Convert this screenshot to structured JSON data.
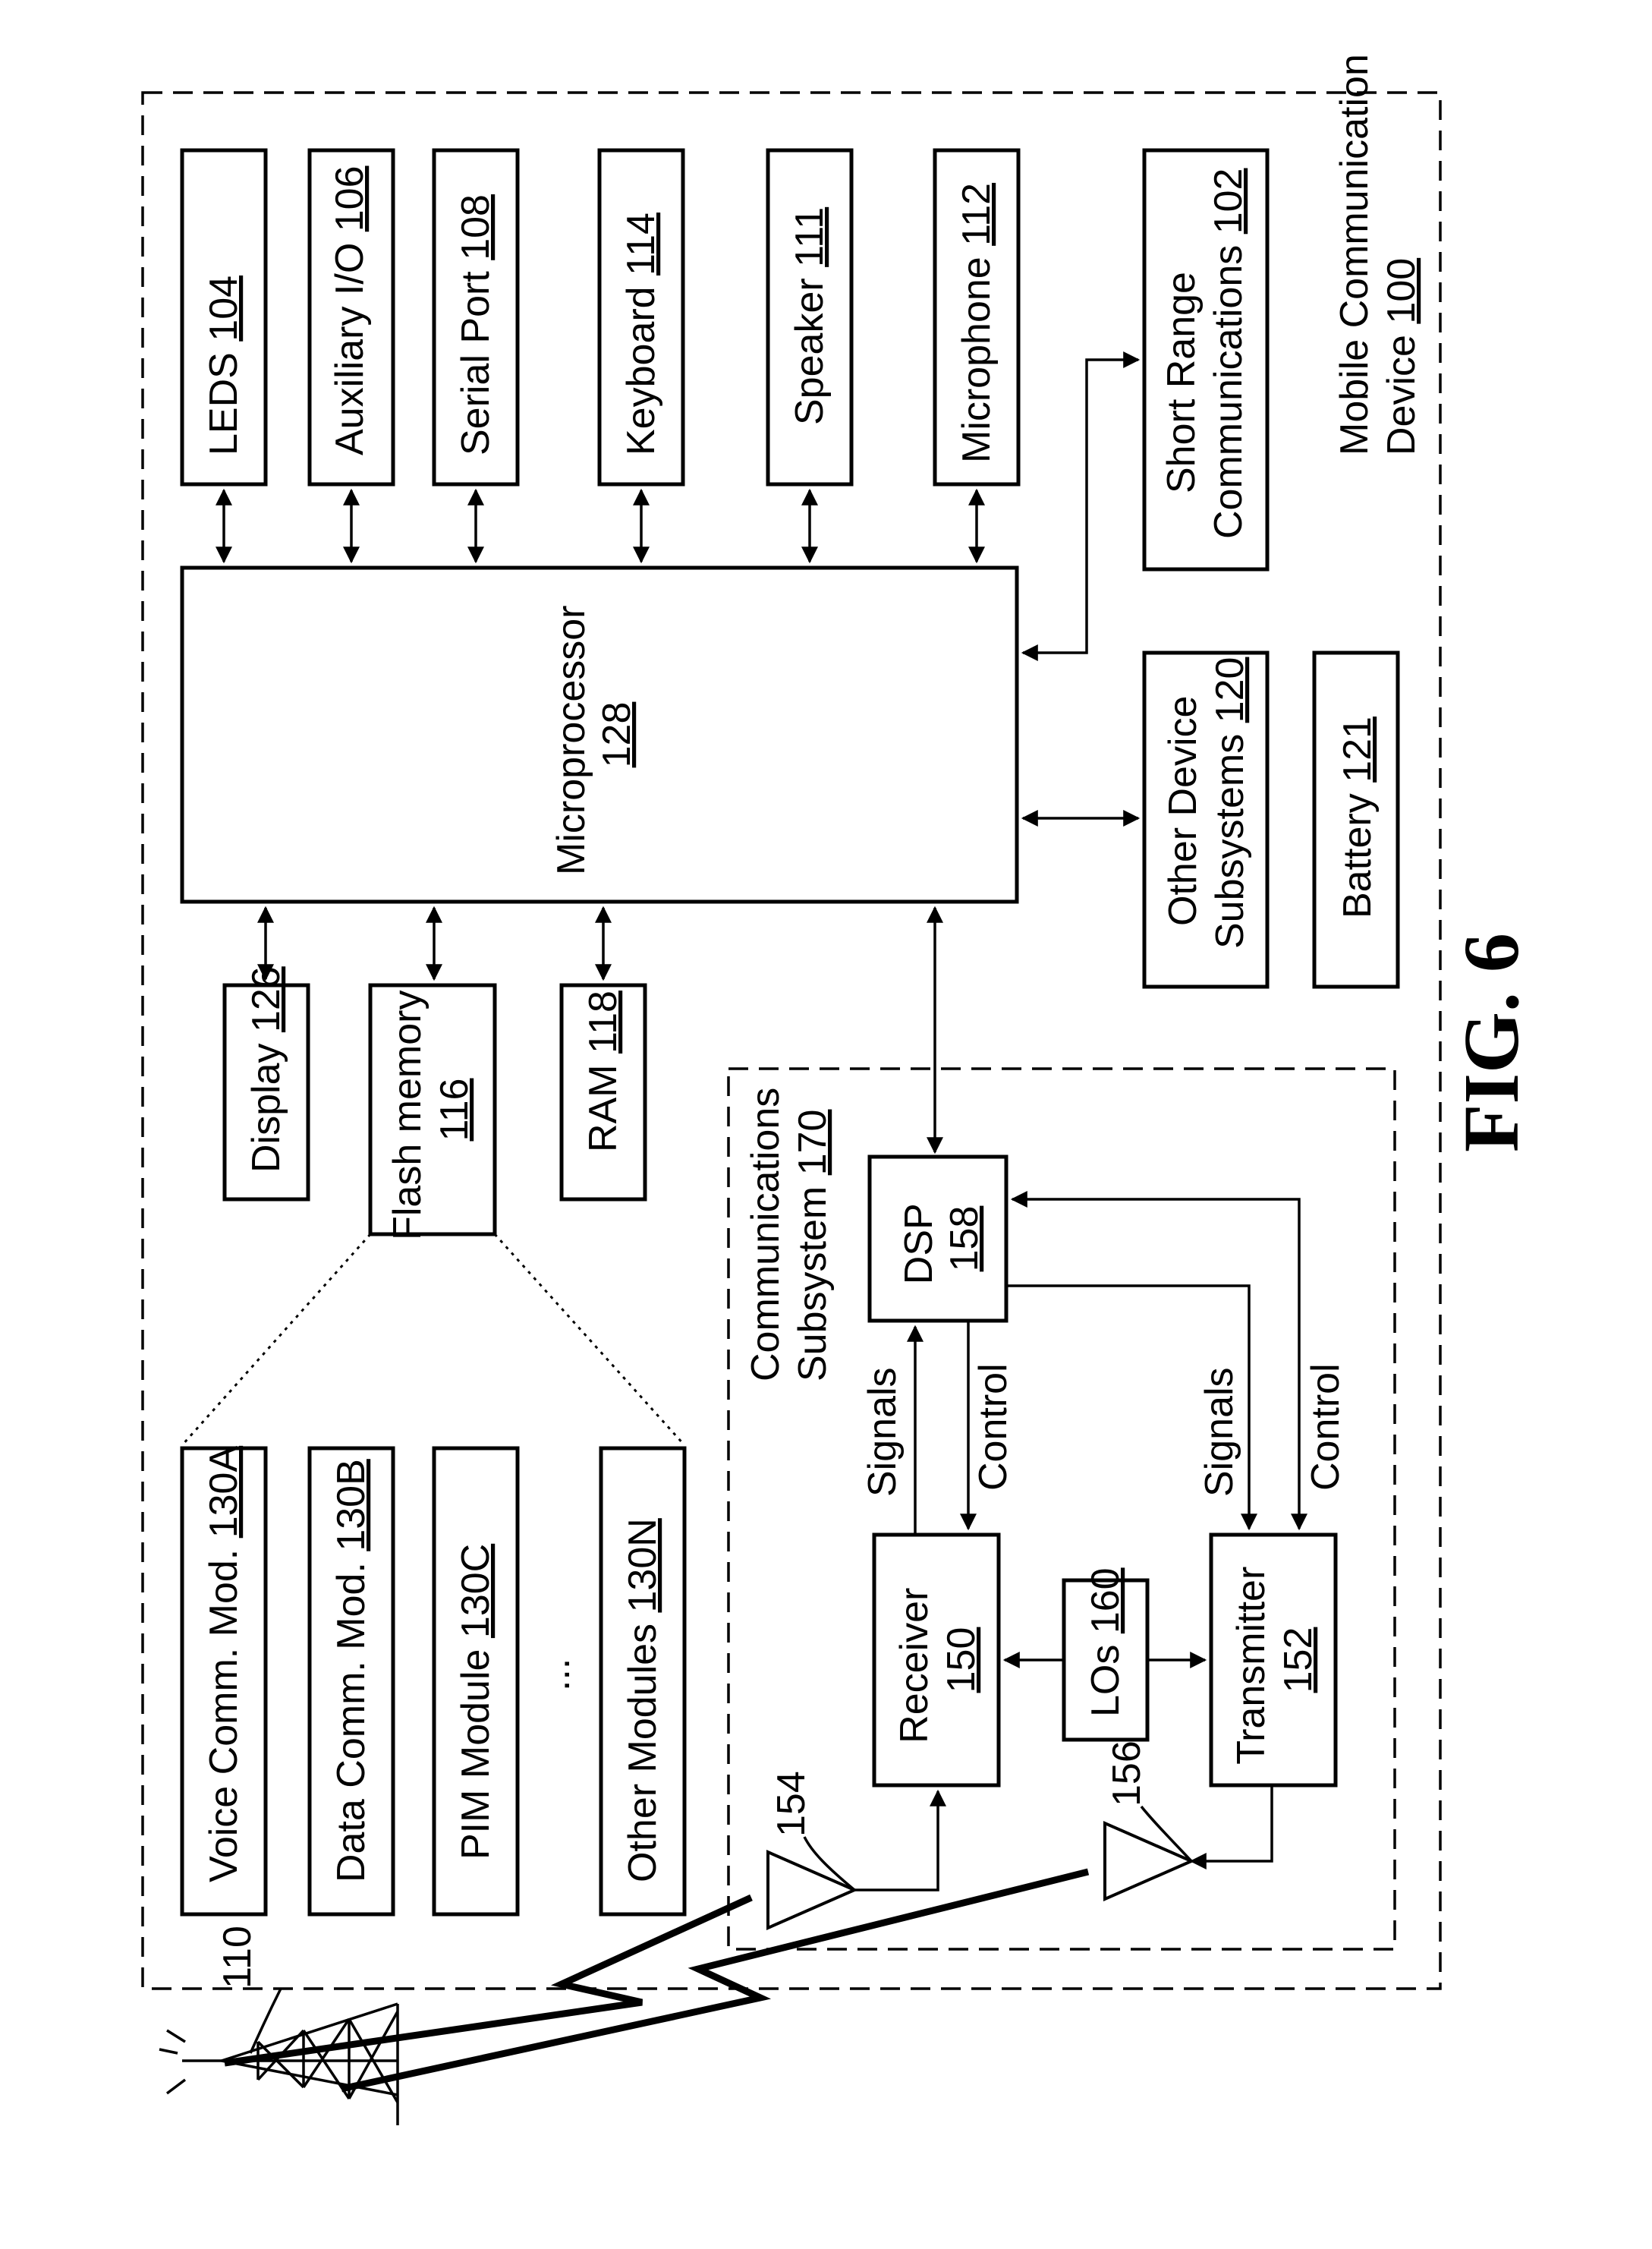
{
  "figure_label": "FIG. 6",
  "device": {
    "title_line1": "Mobile Communication",
    "title_line2": "Device",
    "ref": "100"
  },
  "peripherals": [
    {
      "label": "LEDS",
      "ref": "104"
    },
    {
      "label": "Auxiliary I/O",
      "ref": "106"
    },
    {
      "label": "Serial Port",
      "ref": "108"
    },
    {
      "label": "Keyboard",
      "ref": "114"
    },
    {
      "label": "Speaker",
      "ref": "111"
    },
    {
      "label": "Microphone",
      "ref": "112"
    }
  ],
  "short_range": {
    "line1": "Short Range",
    "line2": "Communications",
    "ref": "102"
  },
  "other_subsystems": {
    "line1": "Other Device",
    "line2": "Subsystems",
    "ref": "120"
  },
  "battery": {
    "label": "Battery",
    "ref": "121"
  },
  "microprocessor": {
    "label": "Microprocessor",
    "ref": "128"
  },
  "display": {
    "label": "Display",
    "ref": "126"
  },
  "flash": {
    "label": "Flash memory",
    "ref": "116"
  },
  "ram": {
    "label": "RAM",
    "ref": "118"
  },
  "modules": [
    {
      "label": "Voice Comm. Mod.",
      "ref": "130A"
    },
    {
      "label": "Data Comm. Mod.",
      "ref": "130B"
    },
    {
      "label": "PIM Module",
      "ref": "130C"
    },
    {
      "label": "Other Modules",
      "ref": "130N"
    }
  ],
  "modules_ellipsis": "...",
  "comm_subsystem": {
    "line1": "Communications",
    "line2": "Subsystem",
    "ref": "170"
  },
  "dsp": {
    "label": "DSP",
    "ref": "158"
  },
  "receiver": {
    "label": "Receiver",
    "ref": "150"
  },
  "transmitter": {
    "label": "Transmitter",
    "ref": "152"
  },
  "los": {
    "label": "LOs",
    "ref": "160"
  },
  "signals_rx": "Signals",
  "control_rx": "Control",
  "signals_tx": "Signals",
  "control_tx": "Control",
  "antenna_rx_ref": "154",
  "antenna_tx_ref": "156",
  "tower_ref": "110"
}
